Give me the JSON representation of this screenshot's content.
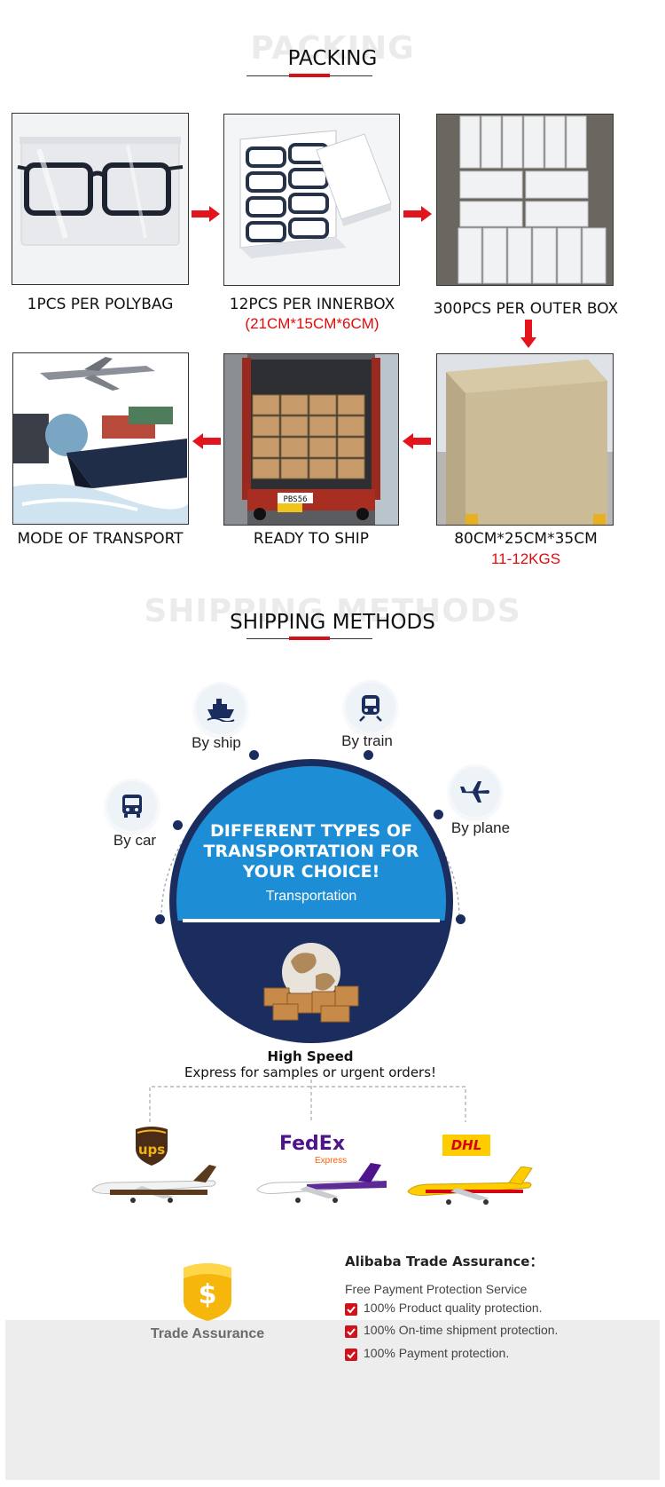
{
  "packing": {
    "ghost_title": "PACKING",
    "title": "PACKING",
    "steps": [
      {
        "caption": "1PCS PER POLYBAG",
        "sub": ""
      },
      {
        "caption": "12PCS PER INNERBOX",
        "sub": "(21CM*15CM*6CM)"
      },
      {
        "caption": "300PCS PER OUTER BOX",
        "sub": ""
      },
      {
        "caption": "80CM*25CM*35CM",
        "sub": "11-12KGS"
      },
      {
        "caption": "READY TO SHIP",
        "sub": ""
      },
      {
        "caption": "MODE OF TRANSPORT",
        "sub": ""
      }
    ],
    "box_labels": {
      "truck_plate": "PBS56"
    }
  },
  "shipping": {
    "ghost_title": "SHIPPING METHODS",
    "title": "SHIPPING METHODS",
    "methods": {
      "ship": "By ship",
      "train": "By train",
      "car": "By car",
      "plane": "By plane"
    },
    "circle": {
      "headline_1": "DIFFERENT TYPES OF",
      "headline_2": "TRANSPORTATION FOR",
      "headline_3": "YOUR CHOICE!",
      "subtitle": "Transportation"
    },
    "speed_title": "High Speed",
    "speed_sub": "Express for samples or urgent orders!",
    "carriers": {
      "ups": "ups",
      "fedex": "FedEx",
      "fedex_sub": "Express",
      "dhl": "DHL"
    }
  },
  "trade": {
    "badge_label": "Trade Assurance",
    "heading": "Alibaba Trade Assurance：",
    "intro": "Free Payment Protection Service",
    "items": [
      "100% Product quality protection.",
      "100% On-time shipment protection.",
      "100% Payment protection."
    ]
  },
  "colors": {
    "accent_red": "#d0121b",
    "navy": "#1a2d5e",
    "blue": "#1d8ed6"
  }
}
